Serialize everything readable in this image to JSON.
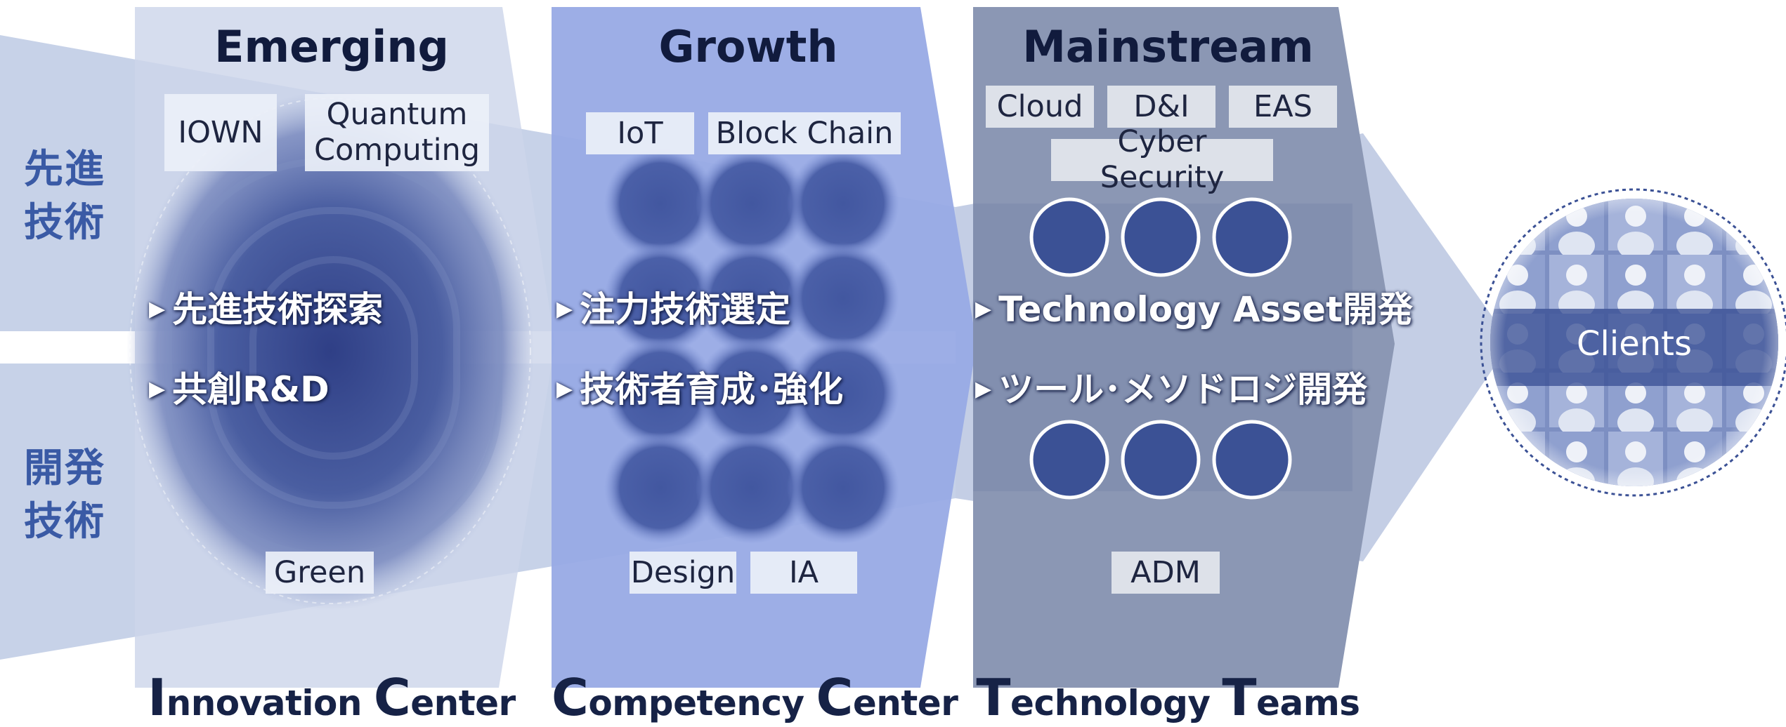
{
  "columns": [
    {
      "title": "Emerging",
      "footer_initial1": "I",
      "footer_rest1": "nnovation ",
      "footer_initial2": "C",
      "footer_rest2": "enter"
    },
    {
      "title": "Growth",
      "footer_initial1": "C",
      "footer_rest1": "ompetency ",
      "footer_initial2": "C",
      "footer_rest2": "enter"
    },
    {
      "title": "Mainstream",
      "footer_initial1": "T",
      "footer_rest1": "echnology ",
      "footer_initial2": "T",
      "footer_rest2": "eams"
    }
  ],
  "chips": {
    "iown": "IOWN",
    "quantum_line1": "Quantum",
    "quantum_line2": "Computing",
    "green": "Green",
    "iot": "IoT",
    "block_chain": "Block Chain",
    "design": "Design",
    "ia": "IA",
    "cloud": "Cloud",
    "dni": "D&I",
    "eas": "EAS",
    "cyber_security": "Cyber Security",
    "adm": "ADM"
  },
  "side_labels": {
    "advanced_line1": "先進",
    "advanced_line2": "技術",
    "development_line1": "開発",
    "development_line2": "技術"
  },
  "bullets": {
    "bullet_mark": "▶",
    "emerging_1": "先進技術探索",
    "emerging_2": "共創R&D",
    "growth_1": "注力技術選定",
    "growth_2": "技術者育成･強化",
    "mainstream_1": "Technology Asset開発",
    "mainstream_2": "ツール･メソドロジ開発"
  },
  "clients": {
    "label": "Clients"
  },
  "colors": {
    "band": "#c7d2e8",
    "emerging_panel": "#cdd6ea",
    "growth_panel": "#98aae5",
    "mainstream_panel": "#8b97b4",
    "circle_fill": "#3b5195",
    "heading": "#111b3d",
    "side_label": "#3a5aa5"
  }
}
